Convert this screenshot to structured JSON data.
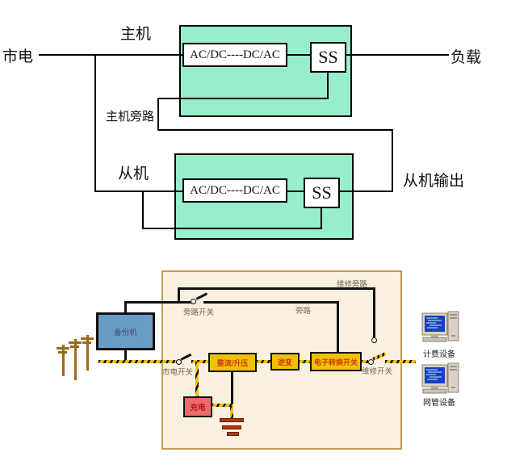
{
  "top_diagram": {
    "mains_label": "市电",
    "load_label": "负载",
    "master_label": "主机",
    "master_bypass_label": "主机旁路",
    "slave_label": "从机",
    "slave_output_label": "从机输出",
    "master_unit": {
      "converter_label": "AC/DC----DC/AC",
      "static_switch_label": "SS"
    },
    "slave_unit": {
      "converter_label": "AC/DC----DC/AC",
      "static_switch_label": "SS"
    }
  },
  "bottom_diagram": {
    "maintenance_bypass_label": "维修旁路",
    "bypass_switch_label": "旁路开关",
    "bypass_label": "旁路",
    "backup_unit_label": "备份机",
    "mains_switch_label": "市电开关",
    "rectifier_label": "整流/升压",
    "inverter_label": "逆变",
    "transfer_switch_label": "电子转换开关",
    "maintenance_switch_label": "维修开关",
    "charger_label": "充电",
    "billing_device_label": "计费设备",
    "network_device_label": "网管设备"
  },
  "colors": {
    "ups_unit_fill": "#98edca",
    "panel_fill": "#faf0df",
    "panel_border": "#c89c50",
    "backup_fill": "#6a9cc8",
    "module_fill": "#f0c004",
    "module_text": "#c83c00",
    "charger_fill": "#ee6a6a",
    "charger_text": "#b01818",
    "wire_stripe_yellow": "#f0c000",
    "pole_brown": "#a06818",
    "battery_red": "#b03810",
    "label_gray": "#6e6757",
    "screen_blue": "#1a3fc0"
  }
}
